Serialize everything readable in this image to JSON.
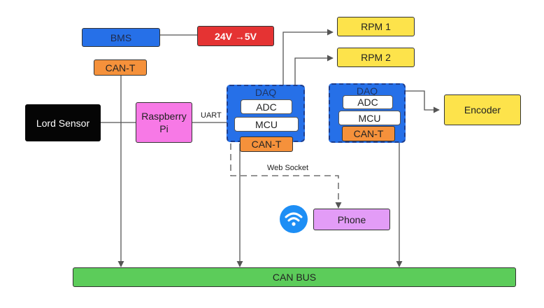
{
  "colors": {
    "bms": "#2670e8",
    "converter": "#e53333",
    "can_t": "#f5913b",
    "lord_sensor": "#050505",
    "raspberry_pi": "#f779e6",
    "daq": "#2670e8",
    "inner_box": "#ffffff",
    "rpm": "#fde34b",
    "encoder": "#fde34b",
    "phone": "#e39cf7",
    "wifi": "#1d8ef5",
    "can_bus": "#5ccc5a",
    "line": "#555555"
  },
  "icons": {
    "wifi": "wifi-icon"
  },
  "nodes": {
    "bms": "BMS",
    "converter": "24V →5V",
    "bms_can_t": "CAN-T",
    "lord_sensor": "Lord Sensor",
    "raspberry_pi_line1": "Raspberry",
    "raspberry_pi_line2": "Pi",
    "rpm1": "RPM 1",
    "rpm2": "RPM 2",
    "encoder": "Encoder",
    "phone": "Phone",
    "can_bus": "CAN BUS"
  },
  "daq1": {
    "title": "DAQ",
    "adc": "ADC",
    "mcu": "MCU",
    "can_t": "CAN-T"
  },
  "daq2": {
    "title": "DAQ",
    "adc": "ADC",
    "mcu": "MCU",
    "can_t": "CAN-T"
  },
  "labels": {
    "uart": "UART",
    "web_socket": "Web Socket"
  }
}
